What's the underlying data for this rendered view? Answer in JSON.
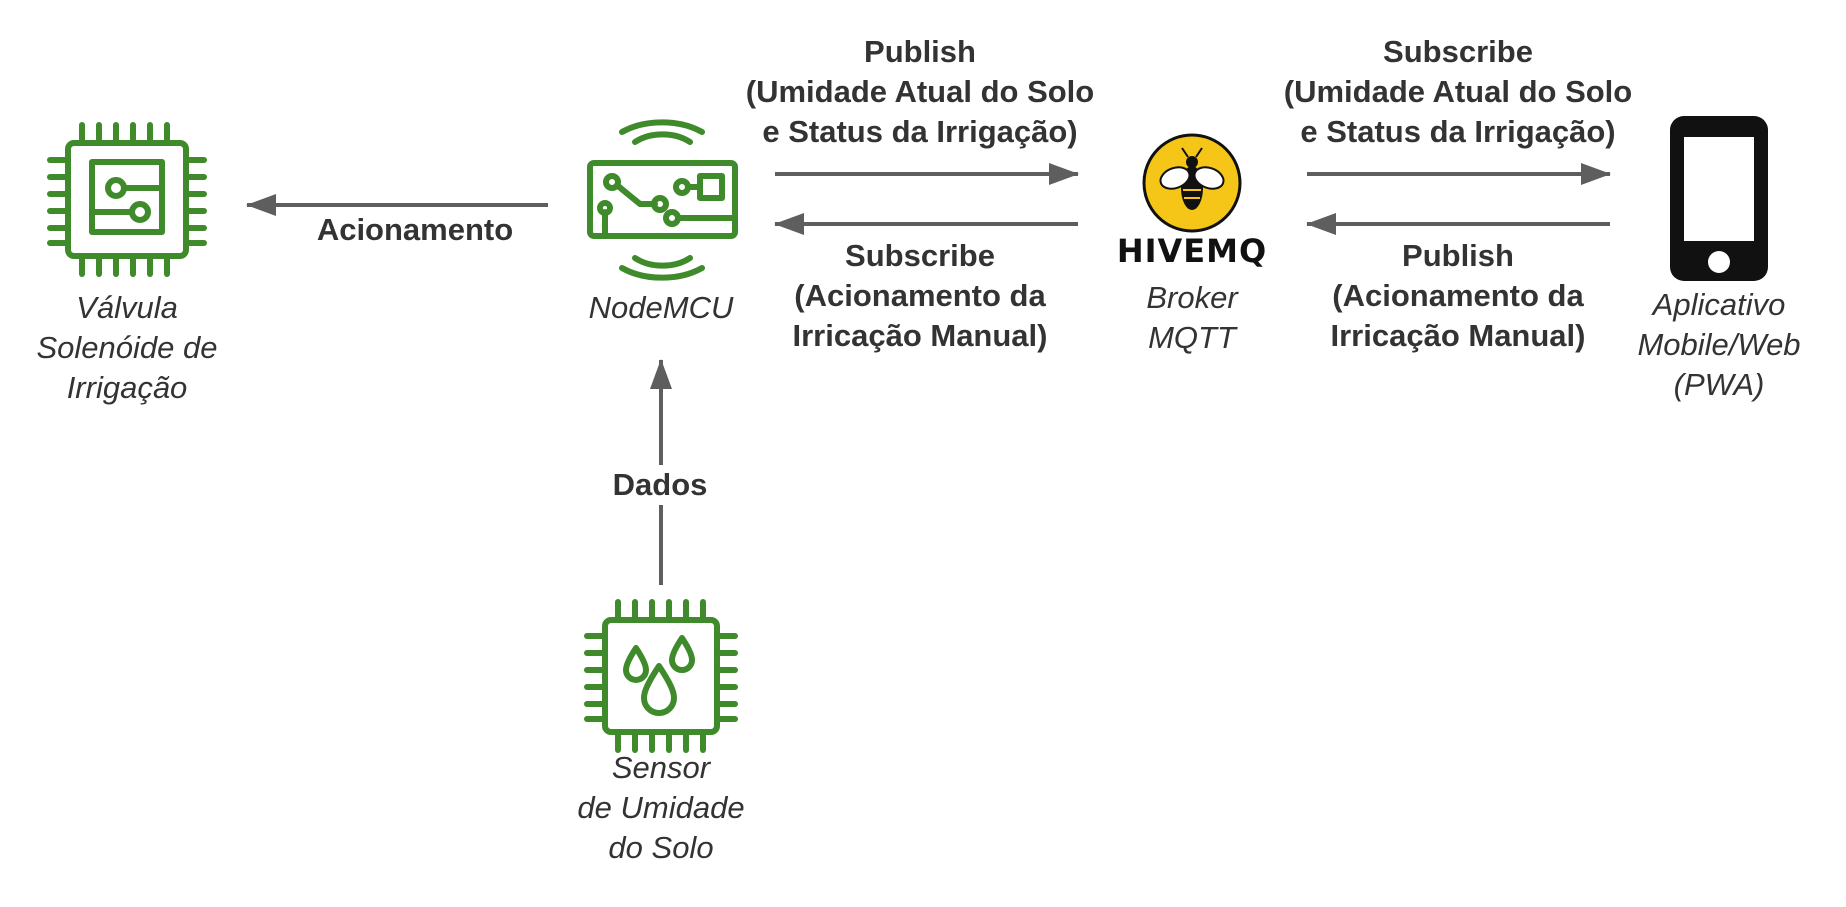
{
  "colors": {
    "icon_green": "#3f8a2a",
    "arrow_gray": "#5e5e5e",
    "text": "#333333",
    "hivemq_yellow": "#f5c518",
    "phone_black": "#111111"
  },
  "nodes": {
    "valve": {
      "icon": "circuit-chip-icon",
      "label_lines": [
        "Válvula",
        "Solenóide de",
        "Irrigação"
      ]
    },
    "nodemcu": {
      "icon": "nodemcu-board-icon",
      "label_lines": [
        "NodeMCU"
      ]
    },
    "sensor": {
      "icon": "humidity-chip-icon",
      "label_lines": [
        "Sensor",
        "de Umidade",
        "do Solo"
      ]
    },
    "broker": {
      "icon": "hivemq-bee-icon",
      "logo_text": "HIVEMQ",
      "label_lines": [
        "Broker",
        "MQTT"
      ]
    },
    "app": {
      "icon": "smartphone-icon",
      "label_lines": [
        "Aplicativo",
        "Mobile/Web",
        "(PWA)"
      ]
    }
  },
  "edges": {
    "acionamento": {
      "label_lines": [
        "Acionamento"
      ]
    },
    "dados": {
      "label_lines": [
        "Dados"
      ]
    },
    "nodemcu_publish": {
      "label_lines": [
        "Publish",
        "(Umidade Atual do Solo",
        "e Status da Irrigação)"
      ]
    },
    "nodemcu_subscribe": {
      "label_lines": [
        "Subscribe",
        "(Acionamento da",
        "Irricação Manual)"
      ]
    },
    "app_subscribe": {
      "label_lines": [
        "Subscribe",
        "(Umidade Atual do Solo",
        "e Status da Irrigação)"
      ]
    },
    "app_publish": {
      "label_lines": [
        "Publish",
        "(Acionamento da",
        "Irricação Manual)"
      ]
    }
  }
}
